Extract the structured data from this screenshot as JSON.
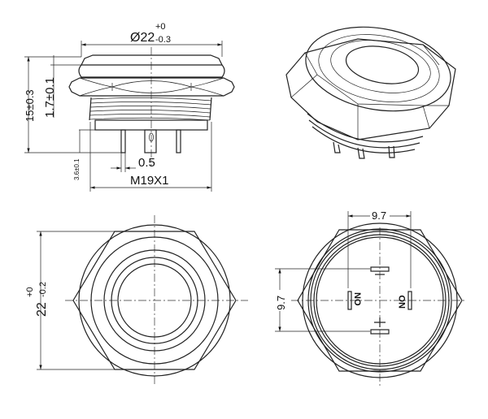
{
  "side_view": {
    "diameter_label": "Ø22",
    "diameter_tol_upper": "+0",
    "diameter_tol_lower": "-0.3",
    "height_label": "15±0.3",
    "bezel_label": "1.7±0.1",
    "pin_length_label": "3.6±0.1",
    "pin_width_label": "0.5",
    "thread_label": "M19X1"
  },
  "front_view": {
    "size_label": "22",
    "size_tol_upper": "+0",
    "size_tol_lower": "-0.2"
  },
  "rear_view": {
    "horizontal_spacing_label": "9.7",
    "vertical_spacing_label": "9.7",
    "terminal_left_label": "NO",
    "terminal_right_label": "NO",
    "terminal_top_label": "-",
    "terminal_bottom_label": "+"
  }
}
